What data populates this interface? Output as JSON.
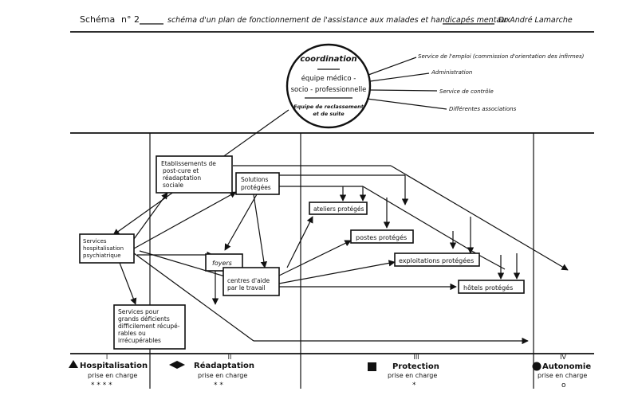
{
  "header": {
    "scheme_label": "Schéma",
    "scheme_number": "n° 2",
    "title": "schéma d'un plan de fonctionnement de l'assistance aux malades et handicapés mentaux",
    "author": "Dr André Lamarche"
  },
  "coordination": {
    "title": "coordination",
    "line1": "équipe médico -",
    "line2": "socio - professionnelle",
    "sub1": "Equipe de reclassement",
    "sub2": "et de suite"
  },
  "links": [
    "Service de l'emploi (commission d'orientation des infirmes)",
    "Administration",
    "Service de contrôle",
    "Différentes associations"
  ],
  "boxes": {
    "etablissements": [
      "Etablissements de",
      "post-cure et",
      "réadaptation",
      "sociale"
    ],
    "solutions": [
      "Solutions",
      "protégées"
    ],
    "services_hosp": [
      "Services",
      "hospitalisation",
      "psychiatrique"
    ],
    "ateliers": "ateliers protégés",
    "postes": "postes protégés",
    "exploitations": "exploitations protégées",
    "hotels": "hôtels protégés",
    "foyers": "foyers",
    "centres": [
      "centres d'aide",
      "par le travail"
    ],
    "grands_deficients": [
      "Services pour",
      "grands déficients",
      "difficilement récupé-",
      "rables ou",
      "irrécupérables"
    ]
  },
  "phases": [
    {
      "numeral": "I",
      "label": "Hospitalisation",
      "sub": "prise en charge",
      "marks": "* * * *"
    },
    {
      "numeral": "II",
      "label": "Réadaptation",
      "sub": "prise en charge",
      "marks": "* *"
    },
    {
      "numeral": "III",
      "label": "Protection",
      "sub": "prise en charge",
      "marks": "*"
    },
    {
      "numeral": "IV",
      "label": "Autonomie",
      "sub": "prise en charge",
      "marks": "o"
    }
  ]
}
